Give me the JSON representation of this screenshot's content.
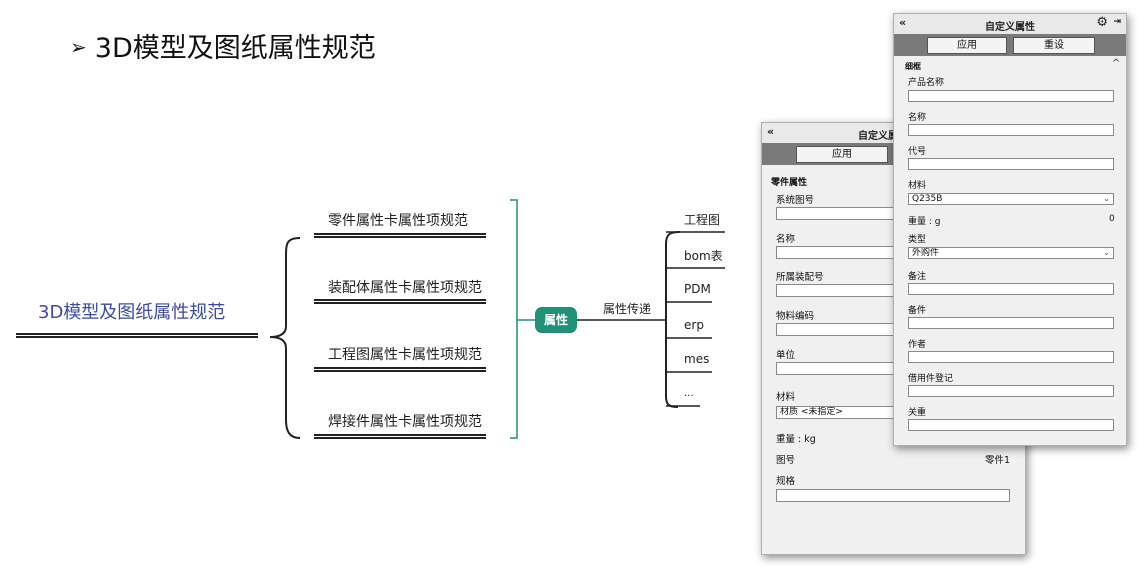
{
  "slide": {
    "bullet": "➢",
    "title": "3D模型及图纸属性规范"
  },
  "mindmap": {
    "root": "3D模型及图纸属性规范",
    "branches": [
      "零件属性卡属性项规范",
      "装配体属性卡属性项规范",
      "工程图属性卡属性项规范",
      "焊接件属性卡属性项规范"
    ],
    "attribute_node": "属性",
    "transfer_label": "属性传递",
    "leaves": [
      "工程图",
      "bom表",
      "PDM",
      "erp",
      "mes",
      "..."
    ],
    "colors": {
      "root_text": "#3e4aa8",
      "bracket": "#1e9178",
      "node_fill": "#1e9178"
    }
  },
  "panel_back": {
    "collapse_icon": "«",
    "title": "自定义属",
    "apply_label": "应用",
    "section": "零件属性",
    "fields": [
      {
        "label": "系统图号",
        "value": ""
      },
      {
        "label": "名称",
        "value": ""
      },
      {
        "label": "所属装配号",
        "value": ""
      },
      {
        "label": "物料编码",
        "value": ""
      },
      {
        "label": "单位",
        "value": ""
      },
      {
        "label": "材料",
        "value": "材质 <未指定>"
      }
    ],
    "weight_label": "重量 : kg",
    "drawing_no_label": "图号",
    "drawing_no_value": "零件1",
    "spec_label": "规格",
    "spec_value": ""
  },
  "panel_front": {
    "collapse_icon": "«",
    "title": "自定义属性",
    "gear_icon": "⚙",
    "pin_icon": "⇥",
    "apply_label": "应用",
    "reset_label": "重设",
    "section": "细框",
    "section_caret": "^",
    "fields": [
      {
        "label": "产品名称",
        "value": ""
      },
      {
        "label": "名称",
        "value": ""
      },
      {
        "label": "代号",
        "value": ""
      }
    ],
    "material_label": "材料",
    "material_value": "Q235B",
    "weight_label": "重量 : g",
    "weight_value": "0",
    "type_label": "类型",
    "type_value": "外购件",
    "dropdown_arrow": "⌄",
    "fields_after": [
      {
        "label": "备注",
        "value": ""
      },
      {
        "label": "备件",
        "value": ""
      },
      {
        "label": "作者",
        "value": ""
      },
      {
        "label": "借用件登记",
        "value": ""
      },
      {
        "label": "关重",
        "value": ""
      }
    ]
  }
}
